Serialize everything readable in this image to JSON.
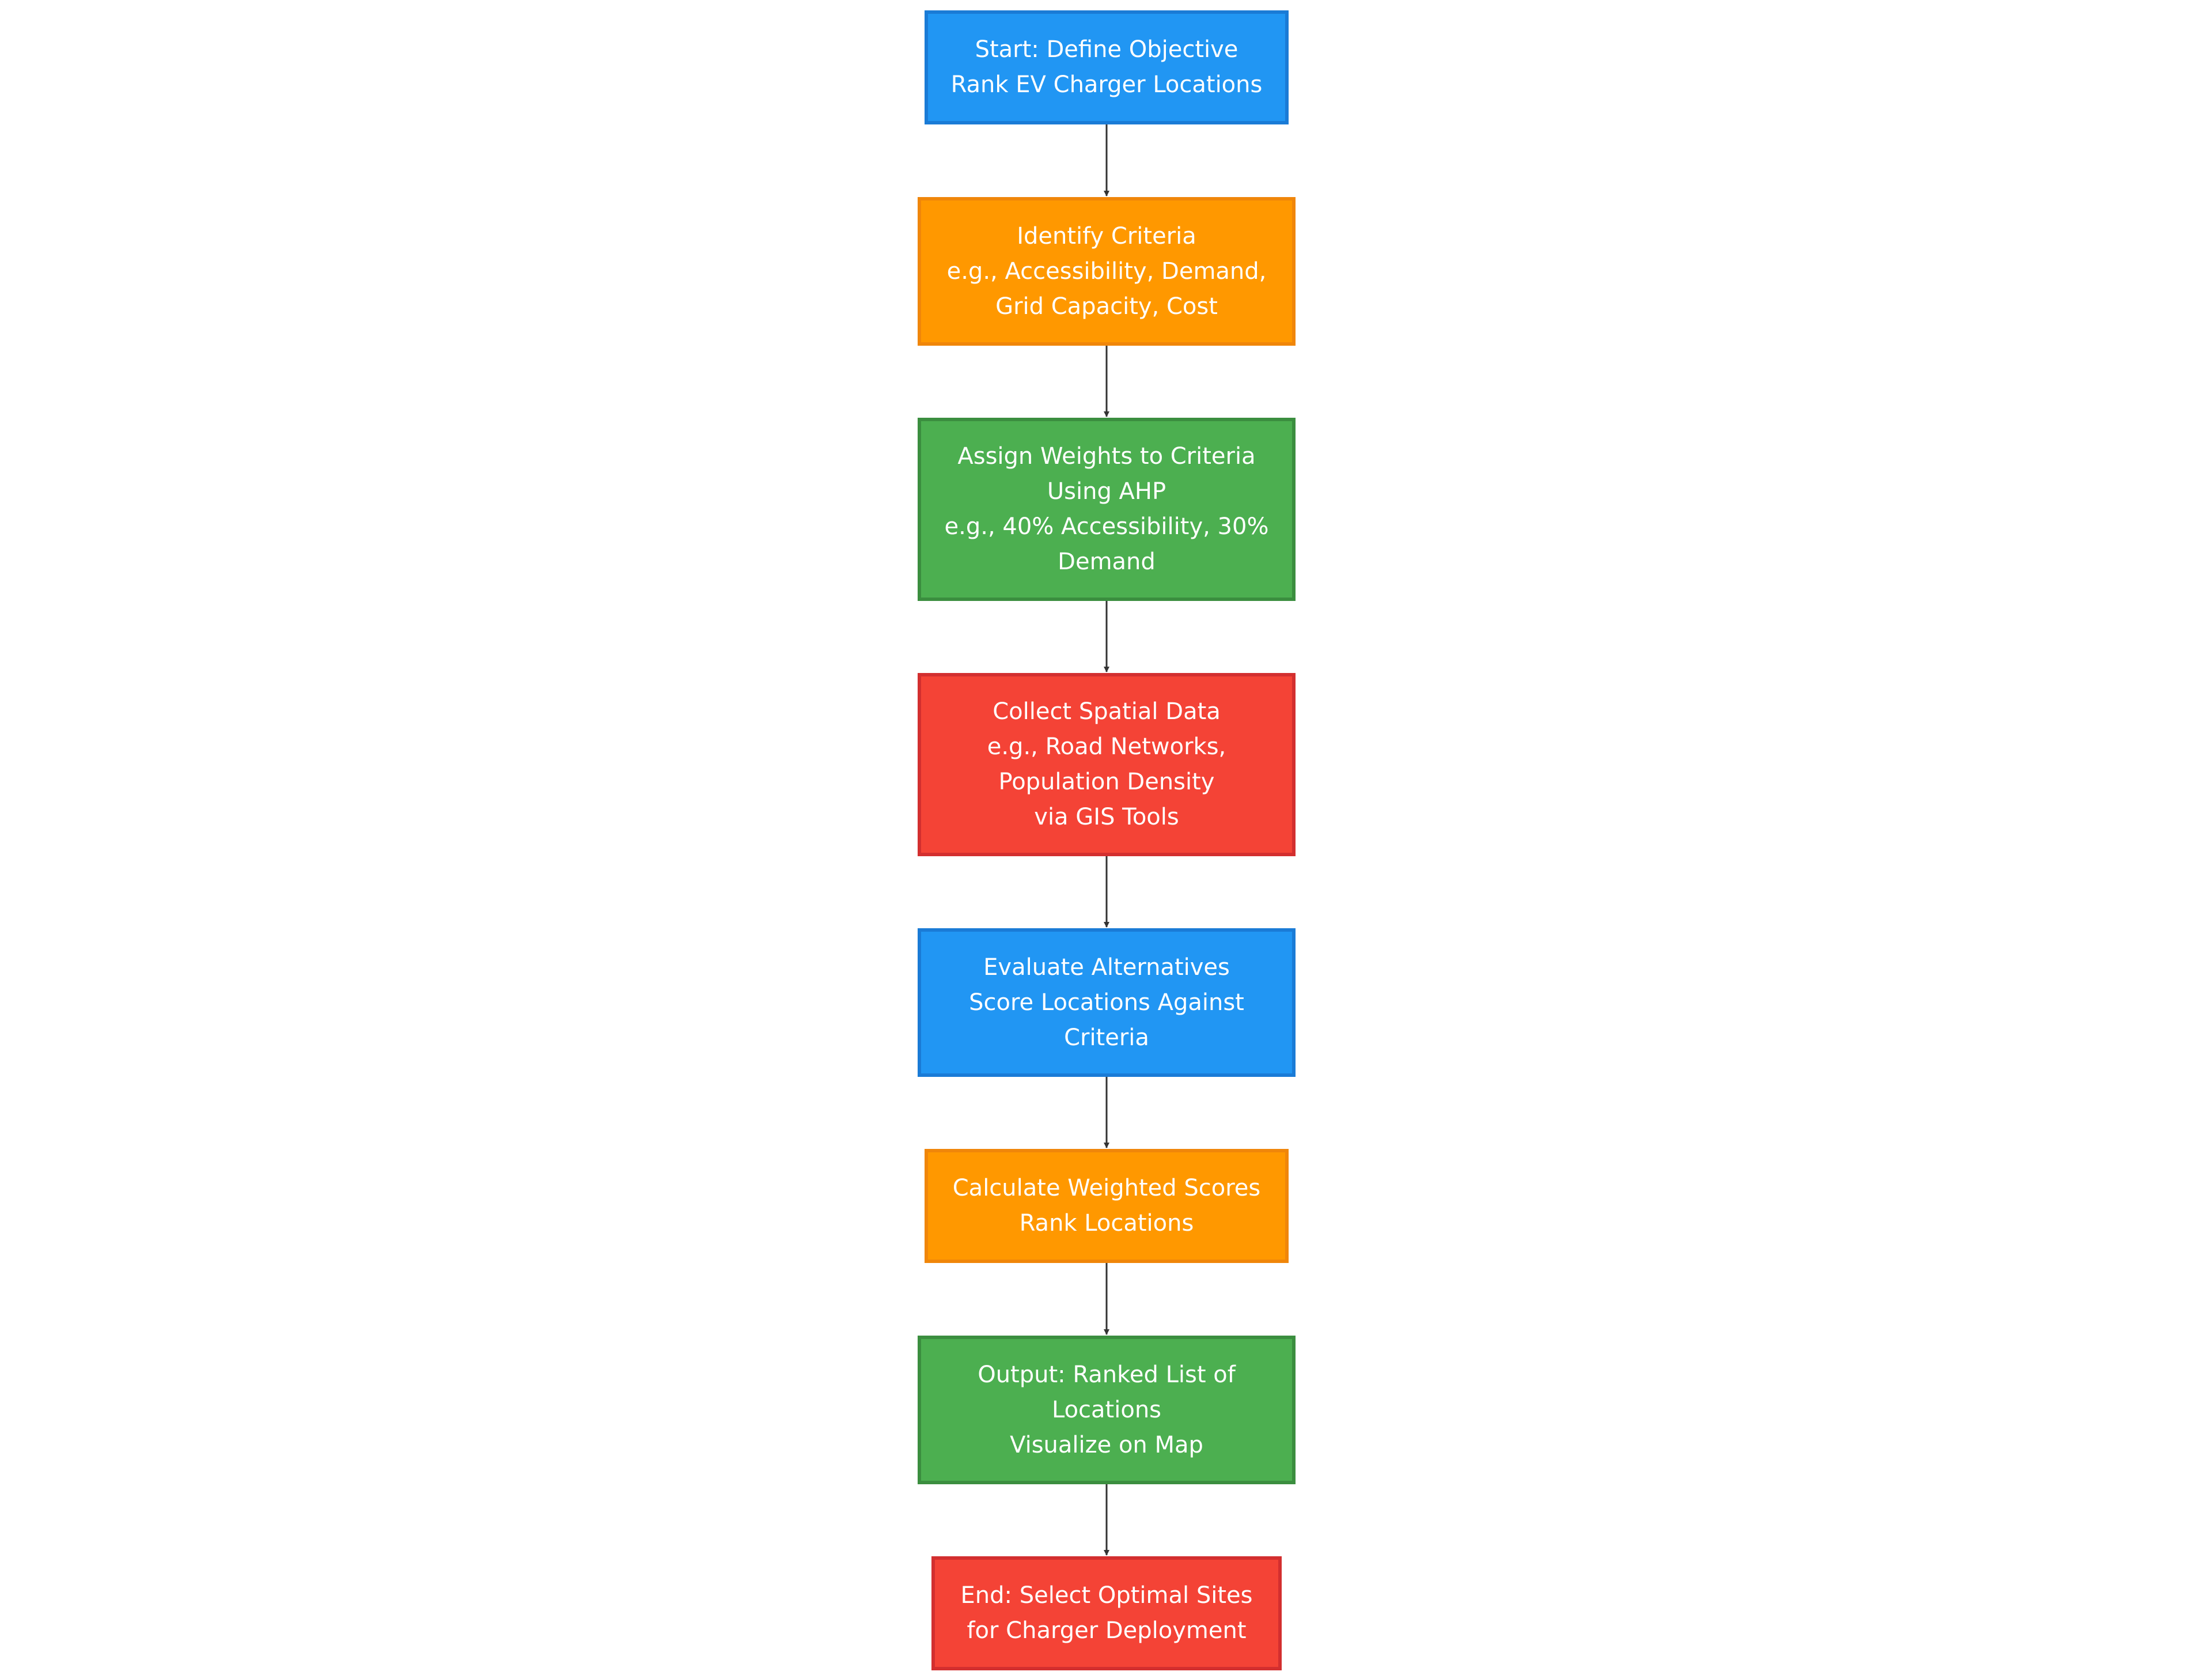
{
  "diagram": {
    "nodes": [
      {
        "id": "start",
        "color": "blue",
        "lines": [
          "Start: Define Objective",
          "Rank EV Charger Locations"
        ]
      },
      {
        "id": "criteria",
        "color": "orange",
        "lines": [
          "Identify Criteria",
          "e.g., Accessibility, Demand,",
          "Grid Capacity, Cost"
        ]
      },
      {
        "id": "weights",
        "color": "green",
        "lines": [
          "Assign Weights to Criteria",
          "Using AHP",
          "e.g., 40% Accessibility, 30%",
          "Demand"
        ]
      },
      {
        "id": "data",
        "color": "red",
        "lines": [
          "Collect Spatial Data",
          "e.g., Road Networks,",
          "Population Density",
          "via GIS Tools"
        ]
      },
      {
        "id": "evaluate",
        "color": "blue",
        "lines": [
          "Evaluate Alternatives",
          "Score Locations Against",
          "Criteria"
        ]
      },
      {
        "id": "calculate",
        "color": "orange",
        "lines": [
          "Calculate Weighted Scores",
          "Rank Locations"
        ]
      },
      {
        "id": "output",
        "color": "green",
        "lines": [
          "Output: Ranked List of",
          "Locations",
          "Visualize on Map"
        ]
      },
      {
        "id": "end",
        "color": "red",
        "lines": [
          "End: Select Optimal Sites",
          "for Charger Deployment"
        ]
      }
    ],
    "edges": [
      [
        "start",
        "criteria"
      ],
      [
        "criteria",
        "weights"
      ],
      [
        "weights",
        "data"
      ],
      [
        "data",
        "evaluate"
      ],
      [
        "evaluate",
        "calculate"
      ],
      [
        "calculate",
        "output"
      ],
      [
        "output",
        "end"
      ]
    ],
    "colors": {
      "blue": "#2196f3",
      "orange": "#ff9800",
      "green": "#4caf50",
      "red": "#f44336",
      "edge": "#333333"
    }
  }
}
